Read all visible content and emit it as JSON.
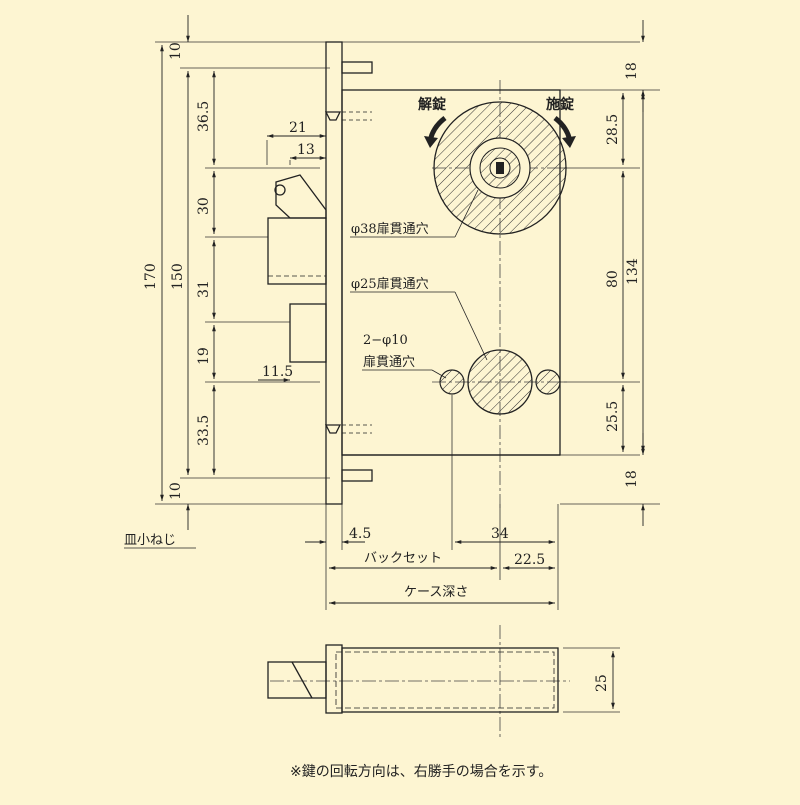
{
  "drawing": {
    "background": "#fdf5d2",
    "line_color": "#222222",
    "left_dims": {
      "d10_top": "10",
      "d36_5": "36.5",
      "d30": "30",
      "d31": "31",
      "d19": "19",
      "d33_5": "33.5",
      "d10_bottom": "10",
      "d170": "170",
      "d150": "150"
    },
    "right_dims": {
      "d18_top": "18",
      "d28_5": "28.5",
      "d80": "80",
      "d134": "134",
      "d25_5": "25.5",
      "d18_bottom": "18"
    },
    "inner_dims": {
      "d21": "21",
      "d13": "13",
      "d11_5": "11.5"
    },
    "bottom_dims": {
      "d4_5": "4.5",
      "d34": "34",
      "d22_5": "22.5",
      "backset": "バックセット",
      "case_depth": "ケース深さ"
    },
    "side_view_dims": {
      "d25": "25"
    },
    "labels": {
      "unlock": "解錠",
      "lock": "施錠",
      "hole38": "φ38扉貫通穴",
      "hole25": "φ25扉貫通穴",
      "hole10_line1": "2−φ10",
      "hole10_line2": "扉貫通穴",
      "screw": "皿小ねじ"
    },
    "note": "※鍵の回転方向は、右勝手の場合を示す。"
  }
}
